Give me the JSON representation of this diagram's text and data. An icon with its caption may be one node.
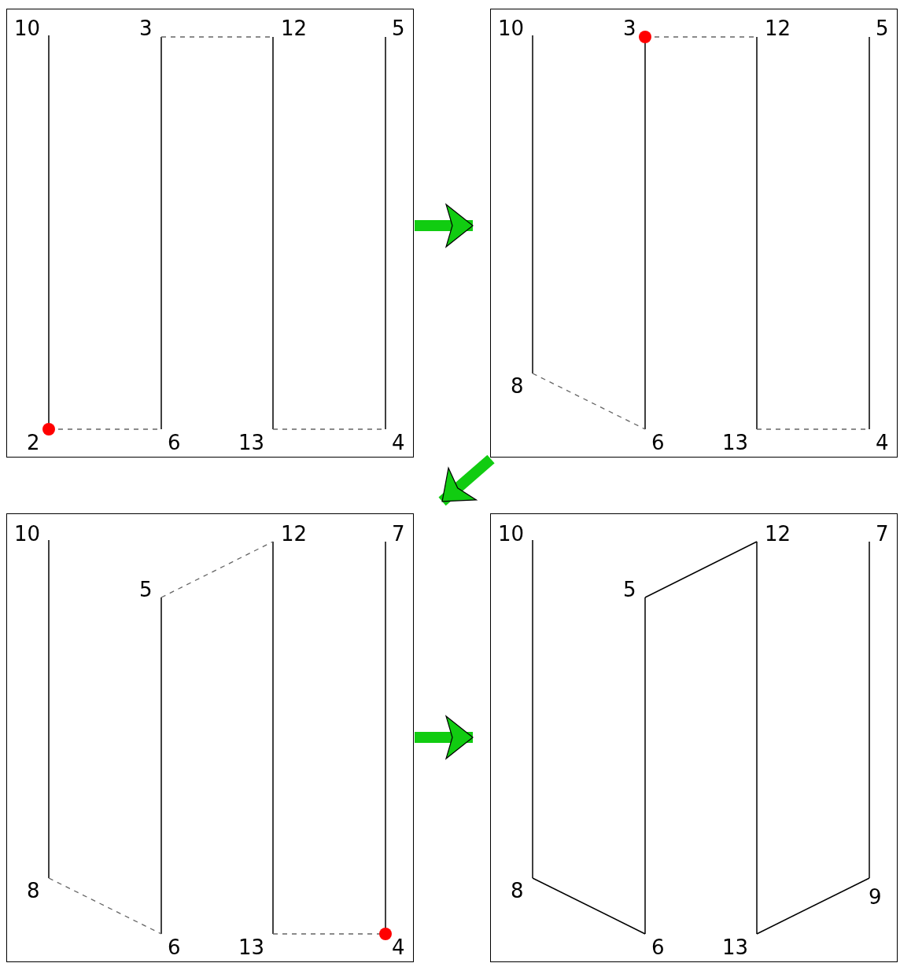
{
  "diagram": {
    "nodes": [
      {
        "text": [],
        "shape": "box"
      },
      {
        "text": [
          "10"
        ],
        "in": 0
      },
      {
        "text": [
          "3"
        ],
        "in": 0
      },
      {
        "text": [
          "12"
        ],
        "in": 0
      },
      {
        "text": [
          "5"
        ],
        "in": 0
      },
      {
        "text": [
          "2"
        ],
        "in": 0
      },
      {
        "text": [
          "6"
        ],
        "in": 0
      },
      {
        "text": [
          "13"
        ],
        "in": 0
      },
      {
        "text": [
          "4"
        ],
        "in": 0
      },
      {
        "text": [],
        "shape": "box"
      },
      {
        "text": [
          "10"
        ],
        "in": 9
      },
      {
        "text": [
          "3"
        ],
        "in": 9
      },
      {
        "text": [
          "12"
        ],
        "in": 9
      },
      {
        "text": [
          "5"
        ],
        "in": 9
      },
      {
        "text": [
          "8"
        ],
        "in": 9
      },
      {
        "text": [
          "6"
        ],
        "in": 9
      },
      {
        "text": [
          "13"
        ],
        "in": 9
      },
      {
        "text": [
          "4"
        ],
        "in": 9
      },
      {
        "text": [],
        "shape": "box"
      },
      {
        "text": [
          "10"
        ],
        "in": 18
      },
      {
        "text": [
          "12"
        ],
        "in": 18
      },
      {
        "text": [
          "7"
        ],
        "in": 18
      },
      {
        "text": [
          "5"
        ],
        "in": 18
      },
      {
        "text": [
          "8"
        ],
        "in": 18
      },
      {
        "text": [
          "6"
        ],
        "in": 18
      },
      {
        "text": [
          "13"
        ],
        "in": 18
      },
      {
        "text": [
          "4"
        ],
        "in": 18
      },
      {
        "text": [],
        "shape": "box"
      },
      {
        "text": [
          "10"
        ],
        "in": 27
      },
      {
        "text": [
          "12"
        ],
        "in": 27
      },
      {
        "text": [
          "7"
        ],
        "in": 27
      },
      {
        "text": [
          "5"
        ],
        "in": 27
      },
      {
        "text": [
          "8"
        ],
        "in": 27
      },
      {
        "text": [
          "9"
        ],
        "in": 27
      },
      {
        "text": [
          "6"
        ],
        "in": 27
      },
      {
        "text": [
          "13"
        ],
        "in": 27
      }
    ],
    "edges": [
      {
        "from": 1,
        "to": 5,
        "arrow": "none"
      },
      {
        "from": 2,
        "to": 6,
        "arrow": "none"
      },
      {
        "from": 3,
        "to": 7,
        "arrow": "none"
      },
      {
        "from": 4,
        "to": 8,
        "arrow": "none"
      },
      {
        "from": 2,
        "to": 3,
        "arrow": "none",
        "style": "dashed",
        "color": "#666666"
      },
      {
        "from": 5,
        "to": 6,
        "arrow": "none",
        "style": "dashed",
        "color": "#666666"
      },
      {
        "from": 7,
        "to": 8,
        "arrow": "none",
        "style": "dashed",
        "color": "#666666"
      },
      {
        "from": 10,
        "to": 14,
        "arrow": "none"
      },
      {
        "from": 11,
        "to": 15,
        "arrow": "none"
      },
      {
        "from": 12,
        "to": 16,
        "arrow": "none"
      },
      {
        "from": 13,
        "to": 17,
        "arrow": "none"
      },
      {
        "from": 11,
        "to": 12,
        "arrow": "none",
        "style": "dashed",
        "color": "#666666"
      },
      {
        "from": 14,
        "to": 15,
        "arrow": "none",
        "style": "dashed",
        "color": "#666666"
      },
      {
        "from": 16,
        "to": 17,
        "arrow": "none",
        "style": "dashed",
        "color": "#666666"
      },
      {
        "from": 19,
        "to": 23,
        "arrow": "none"
      },
      {
        "from": 22,
        "to": 24,
        "arrow": "none"
      },
      {
        "from": 20,
        "to": 25,
        "arrow": "none"
      },
      {
        "from": 21,
        "to": 26,
        "arrow": "none"
      },
      {
        "from": 22,
        "to": 20,
        "arrow": "none",
        "style": "dashed",
        "color": "#666666"
      },
      {
        "from": 23,
        "to": 24,
        "arrow": "none",
        "style": "dashed",
        "color": "#666666"
      },
      {
        "from": 25,
        "to": 26,
        "arrow": "none",
        "style": "dashed",
        "color": "#666666"
      },
      {
        "from": 28,
        "to": 32,
        "arrow": "none"
      },
      {
        "from": 32,
        "to": 34,
        "arrow": "none"
      },
      {
        "from": 34,
        "to": 31,
        "arrow": "none"
      },
      {
        "from": 31,
        "to": 29,
        "arrow": "none"
      },
      {
        "from": 29,
        "to": 35,
        "arrow": "none"
      },
      {
        "from": 35,
        "to": 33,
        "arrow": "none"
      },
      {
        "from": 33,
        "to": 30,
        "arrow": "none"
      },
      {
        "from": 0,
        "to": 9,
        "arrow": "to",
        "style": "thick",
        "color": "#11cc11"
      },
      {
        "from": 9,
        "to": 18,
        "arrow": "to",
        "style": "thick",
        "color": "#11cc11"
      },
      {
        "from": 18,
        "to": 27,
        "arrow": "to",
        "style": "thick",
        "color": "#11cc11"
      }
    ]
  }
}
